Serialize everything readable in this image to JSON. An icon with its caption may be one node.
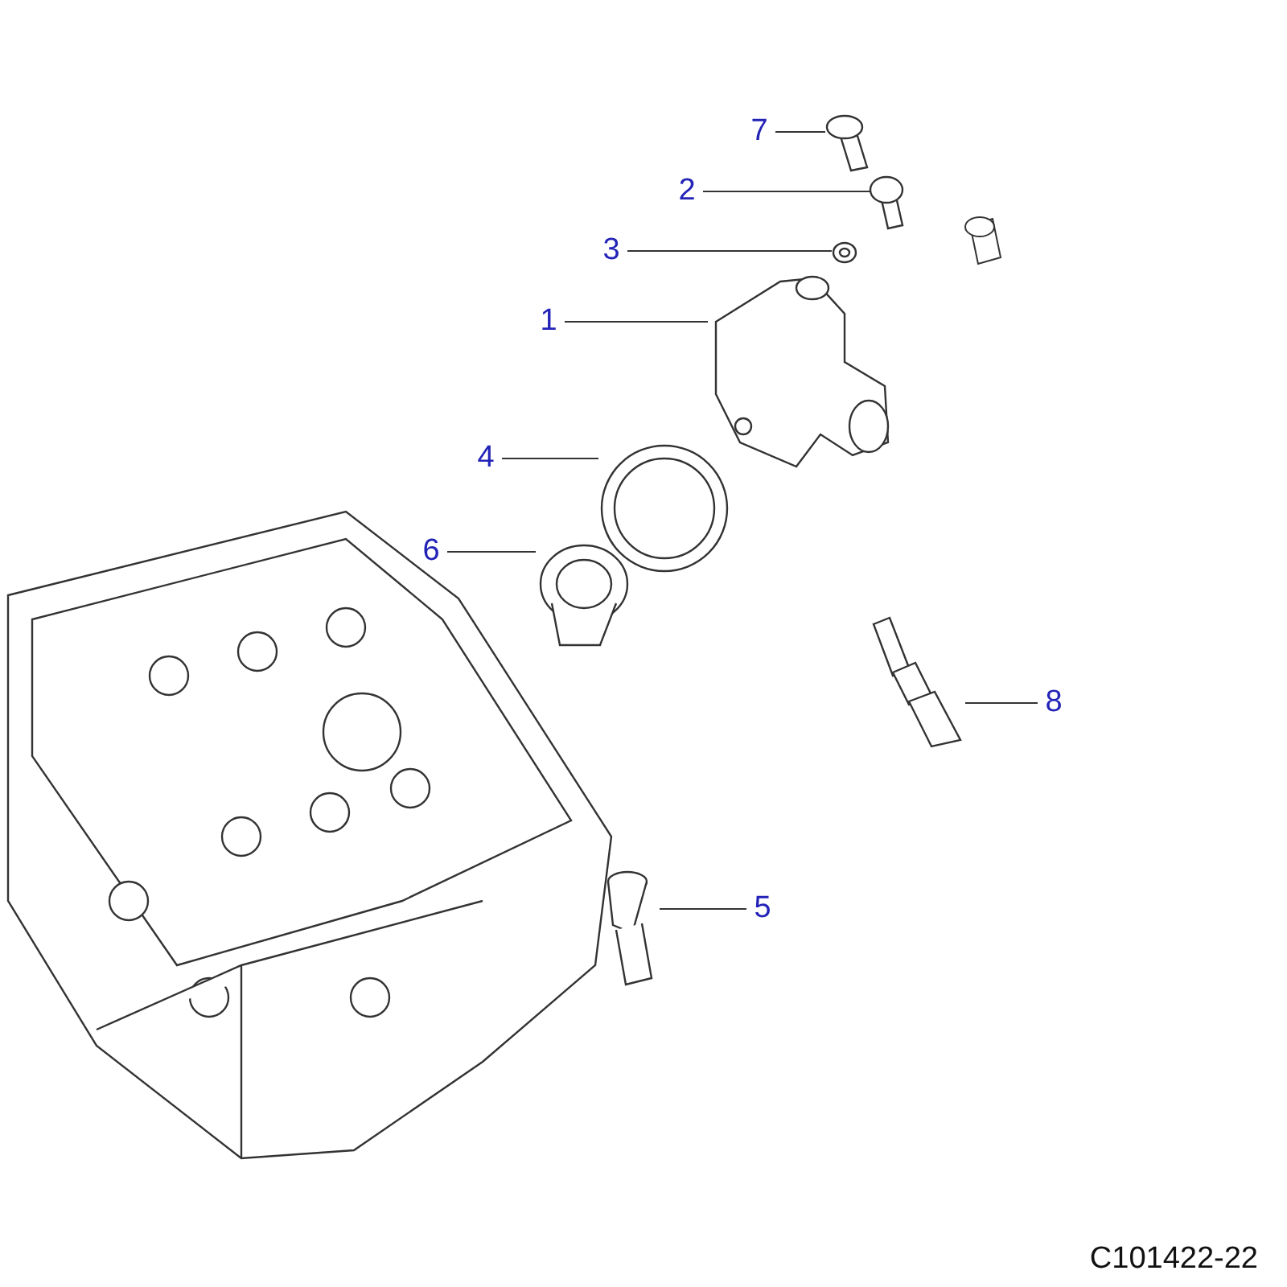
{
  "diagram": {
    "nodes": [
      {
        "text": [
          "7"
        ]
      },
      {
        "text": [
          "2"
        ]
      },
      {
        "text": [
          "3"
        ]
      },
      {
        "text": [
          "1"
        ]
      },
      {
        "text": [
          "4"
        ]
      },
      {
        "text": [
          "6"
        ]
      },
      {
        "text": [
          "8"
        ]
      },
      {
        "text": [
          "5"
        ]
      },
      {
        "text": [],
        "shape": "picture"
      },
      {
        "text": [],
        "shape": "picture"
      },
      {
        "text": [],
        "shape": "picture"
      },
      {
        "text": [],
        "shape": "picture"
      },
      {
        "text": [],
        "shape": "picture"
      },
      {
        "text": [],
        "shape": "picture"
      },
      {
        "text": [],
        "shape": "picture"
      },
      {
        "text": [],
        "shape": "picture"
      }
    ],
    "edges": [
      {
        "from": 0,
        "to": 8,
        "arrow": "none"
      },
      {
        "from": 1,
        "to": 9,
        "arrow": "none"
      },
      {
        "from": 2,
        "to": 10,
        "arrow": "none"
      },
      {
        "from": 3,
        "to": 11,
        "arrow": "none"
      },
      {
        "from": 4,
        "to": 12,
        "arrow": "none"
      },
      {
        "from": 5,
        "to": 13,
        "arrow": "none"
      },
      {
        "from": 6,
        "to": 14,
        "arrow": "none"
      },
      {
        "from": 7,
        "to": 15,
        "arrow": "none"
      }
    ],
    "labels": [
      "C101422-22"
    ]
  }
}
